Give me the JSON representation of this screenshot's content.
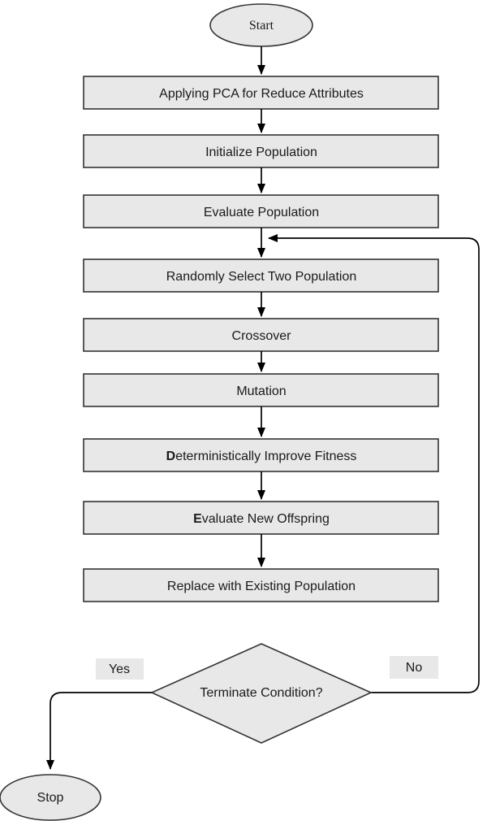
{
  "diagram": {
    "start": {
      "label": "Start"
    },
    "steps": [
      {
        "label": "Applying PCA for Reduce Attributes",
        "bold_first_letter": false
      },
      {
        "label": "Initialize Population",
        "bold_first_letter": false
      },
      {
        "label": "Evaluate Population",
        "bold_first_letter": false
      },
      {
        "label": "Randomly Select Two Population",
        "bold_first_letter": false
      },
      {
        "label": "Crossover",
        "bold_first_letter": false
      },
      {
        "label": "Mutation",
        "bold_first_letter": false
      },
      {
        "label": "Deterministically Improve Fitness",
        "bold_first_letter": true
      },
      {
        "label": "Evaluate New Offspring",
        "bold_first_letter": true
      },
      {
        "label": "Replace with Existing Population",
        "bold_first_letter": false
      }
    ],
    "decision": {
      "label": "Terminate Condition?",
      "yes_label": "Yes",
      "no_label": "No"
    },
    "stop": {
      "label": "Stop"
    },
    "colors": {
      "node_fill": "#e8e8e8",
      "node_stroke": "#333333",
      "line": "#000000",
      "text": "#1a1a1a"
    }
  }
}
